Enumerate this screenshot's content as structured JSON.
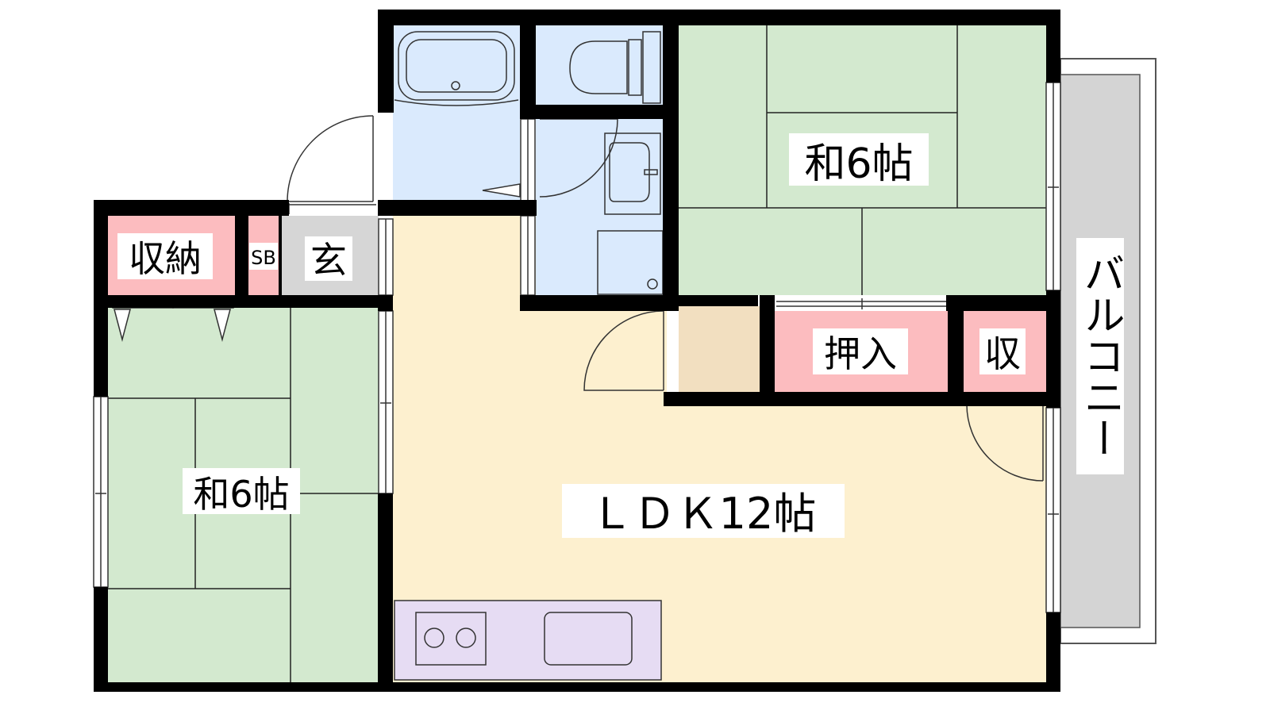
{
  "rooms": {
    "washitsu_top": {
      "label": "和6帖"
    },
    "washitsu_left": {
      "label": "和6帖"
    },
    "ldk": {
      "label": "ＬＤＫ12帖"
    },
    "storage_left": {
      "label": "収納"
    },
    "shoe_box": {
      "label": "SB"
    },
    "entrance": {
      "label": "玄"
    },
    "oshiire": {
      "label": "押入"
    },
    "storage_right": {
      "label": "収"
    },
    "balcony": {
      "label": "バルコニー"
    }
  },
  "colors": {
    "wall": "#000000",
    "tatami": "#d3e9cf",
    "ldk": "#fdf0cf",
    "wet_area": "#daeafd",
    "storage": "#fcbcbf",
    "entrance": "#d6d6d6",
    "kitchen": "#e6dcf3",
    "hallway_closet": "#f2dfc0",
    "balcony": "#d4d4d4"
  }
}
